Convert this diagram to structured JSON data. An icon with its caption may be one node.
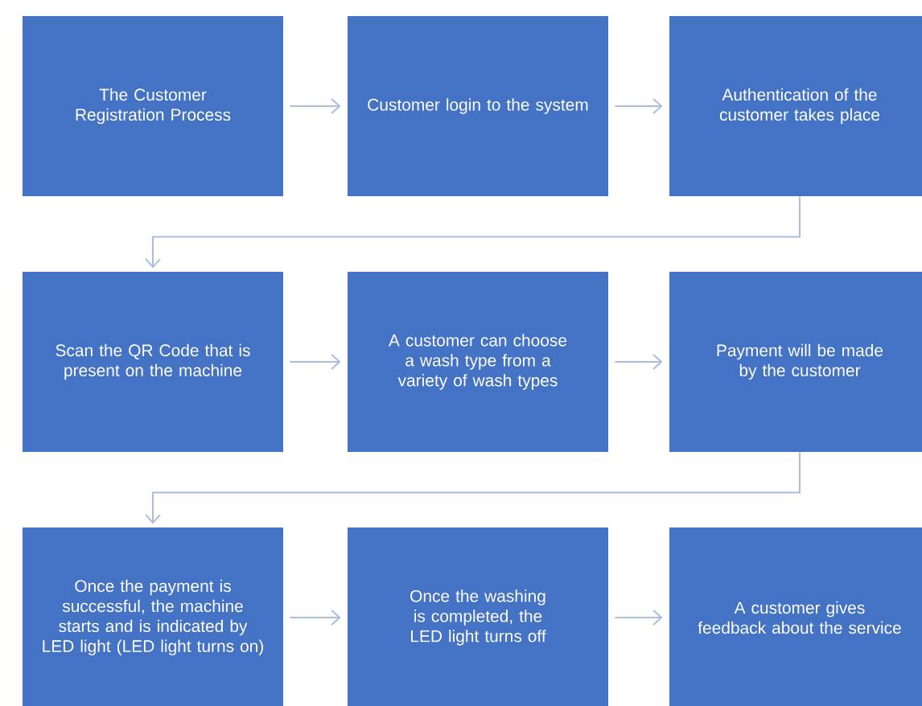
{
  "diagram": {
    "nodes": [
      {
        "text": [
          "The Customer Registration Process"
        ]
      },
      {
        "text": [
          "Customer login to the system"
        ]
      },
      {
        "text": [
          "Authentication of the customer takes place"
        ]
      },
      {
        "text": [
          "Scan the QR Code that is present on the machine"
        ]
      },
      {
        "text": [
          "A customer can choose a wash type from a variety of wash types"
        ]
      },
      {
        "text": [
          "Payment will be made by the customer"
        ]
      },
      {
        "text": [
          "Once the payment is successful, the machine starts and is indicated by LED light (LED light turns on)"
        ]
      },
      {
        "text": [
          "Once the washing is completed, the LED light turns off"
        ]
      },
      {
        "text": [
          "A customer gives feedback about the service"
        ]
      }
    ],
    "edges": [
      {
        "from": 0,
        "to": 1,
        "arrow": "to"
      },
      {
        "from": 1,
        "to": 2,
        "arrow": "to"
      },
      {
        "from": 2,
        "to": 3,
        "arrow": "to"
      },
      {
        "from": 3,
        "to": 4,
        "arrow": "to"
      },
      {
        "from": 4,
        "to": 5,
        "arrow": "to"
      },
      {
        "from": 5,
        "to": 6,
        "arrow": "to"
      },
      {
        "from": 6,
        "to": 7,
        "arrow": "to"
      },
      {
        "from": 7,
        "to": 8,
        "arrow": "to"
      }
    ]
  }
}
